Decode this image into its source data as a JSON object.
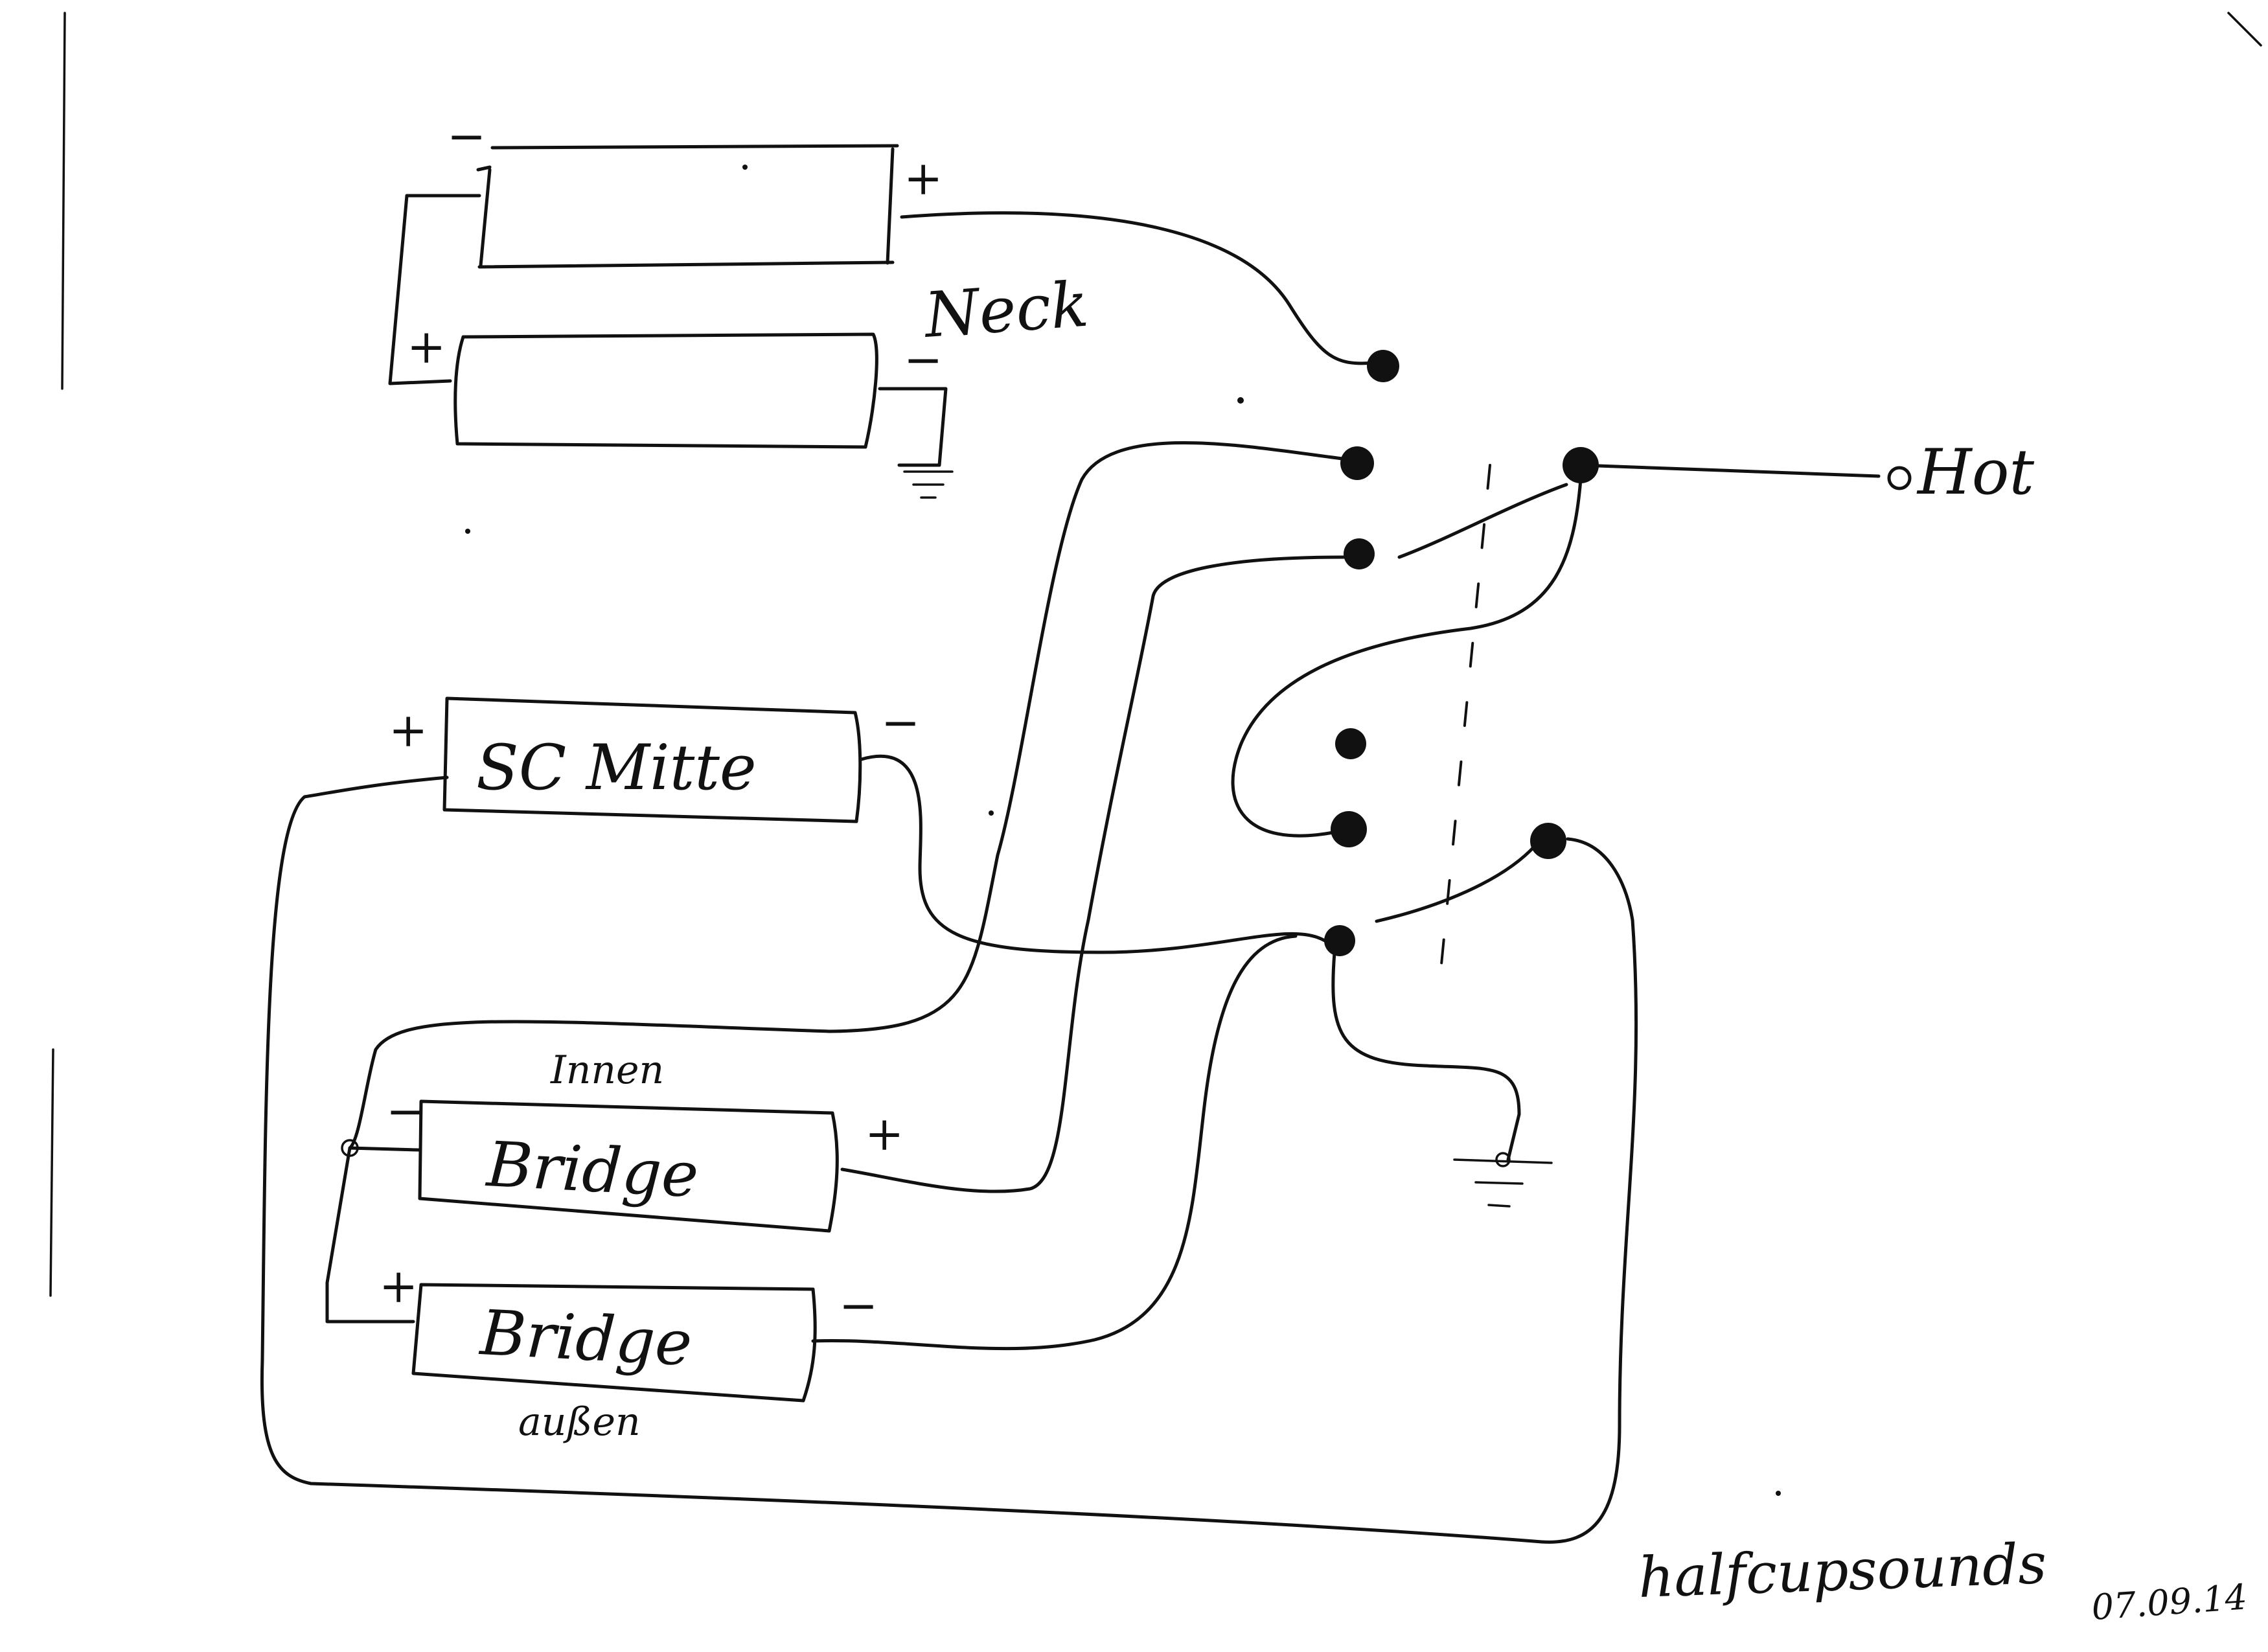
{
  "pickups": {
    "neck": "Neck",
    "sc_middle": "SC Mitte",
    "bridge_inner": "Bridge",
    "bridge_inner_note": "Innen",
    "bridge_outer": "Bridge",
    "bridge_outer_note": "außen"
  },
  "output_label": "Hot",
  "polarity": {
    "plus": "+",
    "minus": "−"
  },
  "signature": {
    "name": "halfcupsounds",
    "date": "07.09.14"
  },
  "colors": {
    "ink": "#111111",
    "paper": "#ffffff"
  }
}
